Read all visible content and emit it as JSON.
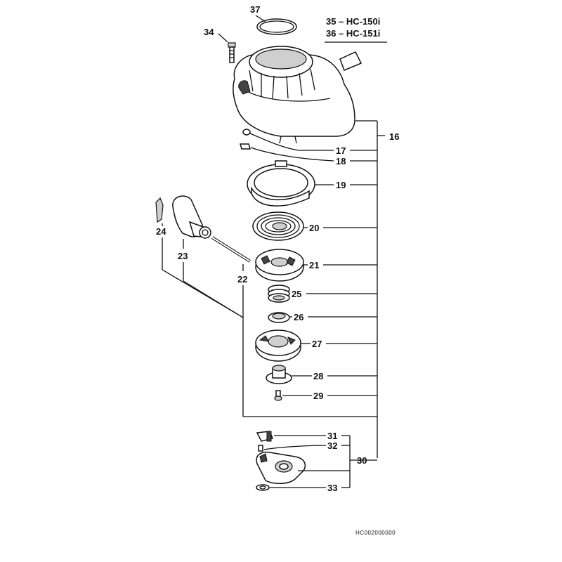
{
  "legend": {
    "line1": "35 – HC-150i",
    "line2": "36 – HC-151i"
  },
  "callouts": {
    "p16": "16",
    "p17": "17",
    "p18": "18",
    "p19": "19",
    "p20": "20",
    "p21": "21",
    "p22": "22",
    "p23": "23",
    "p24": "24",
    "p25": "25",
    "p26": "26",
    "p27": "27",
    "p28": "28",
    "p29": "29",
    "p30": "30",
    "p31": "31",
    "p32": "32",
    "p33": "33",
    "p34": "34",
    "p37": "37"
  },
  "diagram_code": "HC002000000"
}
